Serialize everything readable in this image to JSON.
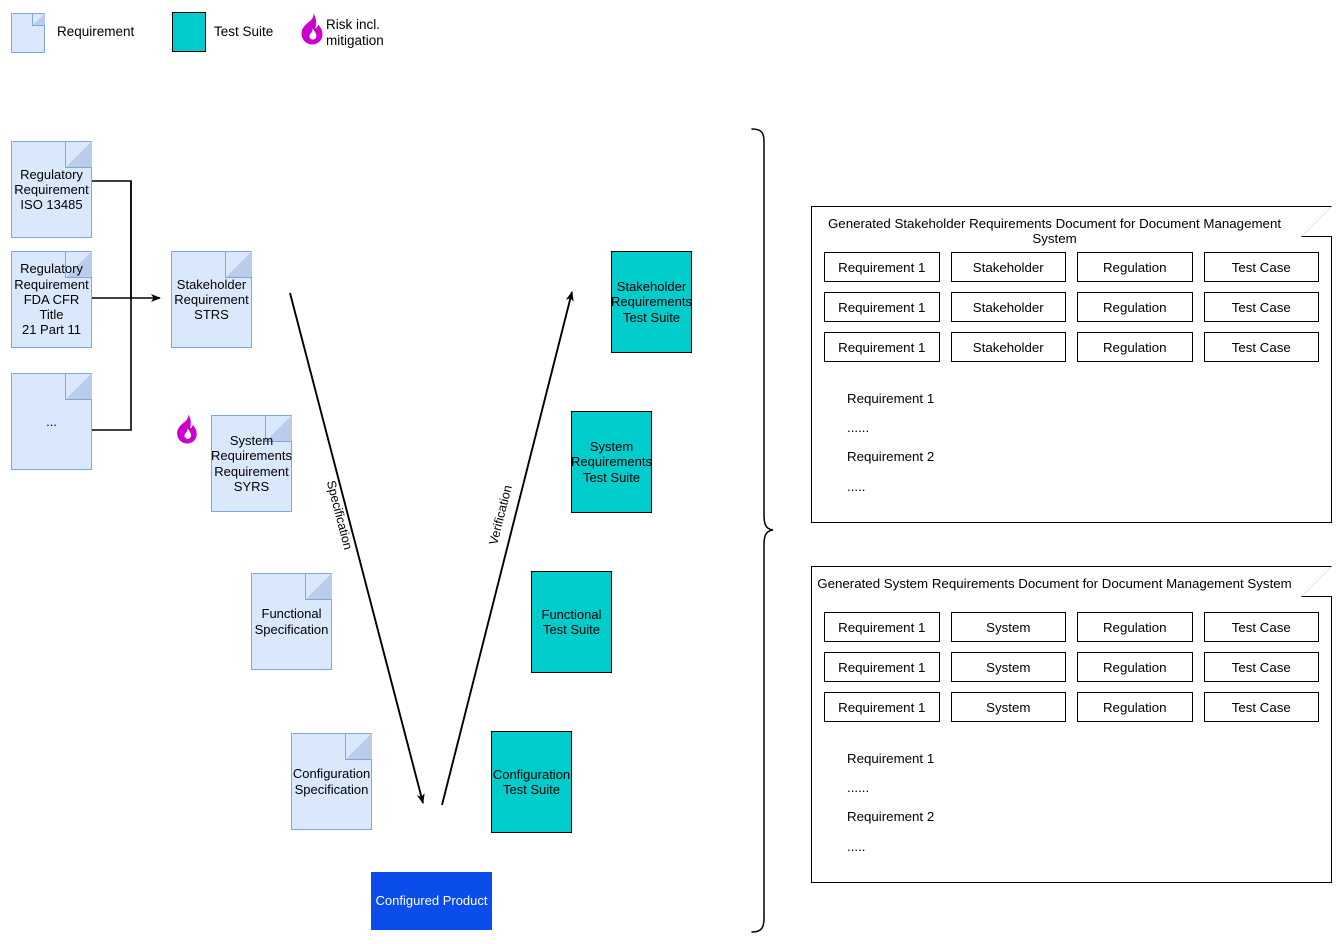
{
  "legend": {
    "items": [
      {
        "icon": "document-icon",
        "label": "Requirement",
        "color": "#dae8fc"
      },
      {
        "icon": "square-icon",
        "label": "Test Suite",
        "color": "#00cccc"
      },
      {
        "icon": "flame-icon",
        "label": "Risk incl.\nmitigation",
        "color": "#cc00cc"
      }
    ]
  },
  "vmodel": {
    "left_nodes": [
      {
        "id": "reg-iso",
        "label": "Regulatory\nRequirement\nISO 13485"
      },
      {
        "id": "reg-fda",
        "label": "Regulatory\nRequirement\nFDA CFR Title\n21 Part 11"
      },
      {
        "id": "reg-more",
        "label": "..."
      },
      {
        "id": "strs",
        "label": "Stakeholder\nRequirement\nSTRS"
      },
      {
        "id": "syrs",
        "label": "System\nRequirements\nRequirement\nSYRS"
      },
      {
        "id": "func-spec",
        "label": "Functional\nSpecification"
      },
      {
        "id": "conf-spec",
        "label": "Configuration\nSpecification"
      }
    ],
    "right_nodes": [
      {
        "id": "strs-suite",
        "label": "Stakeholder\nRequirements\nTest Suite"
      },
      {
        "id": "syrs-suite",
        "label": "System\nRequirements\nTest Suite"
      },
      {
        "id": "func-suite",
        "label": "Functional\nTest Suite"
      },
      {
        "id": "conf-suite",
        "label": "Configuration\nTest Suite"
      }
    ],
    "product": {
      "id": "configured-product",
      "label": "Configured Product",
      "color": "#0a4dea"
    },
    "edge_labels": {
      "specification": "Specification",
      "verification": "Verification"
    }
  },
  "documents": [
    {
      "id": "stakeholder-requirements-document",
      "title": "Generated Stakeholder Requirements Document for Document Management System",
      "rows": [
        [
          "Requirement 1",
          "Stakeholder",
          "Regulation",
          "Test Case"
        ],
        [
          "Requirement 1",
          "Stakeholder",
          "Regulation",
          "Test Case"
        ],
        [
          "Requirement 1",
          "Stakeholder",
          "Regulation",
          "Test Case"
        ]
      ],
      "body": [
        "Requirement 1",
        "......",
        "Requirement 2",
        "....."
      ]
    },
    {
      "id": "system-requirements-document",
      "title": "Generated System Requirements Document for Document Management System",
      "rows": [
        [
          "Requirement 1",
          "System",
          "Regulation",
          "Test Case"
        ],
        [
          "Requirement 1",
          "System",
          "Regulation",
          "Test Case"
        ],
        [
          "Requirement 1",
          "System",
          "Regulation",
          "Test Case"
        ]
      ],
      "body": [
        "Requirement 1",
        "......",
        "Requirement 2",
        "....."
      ]
    }
  ],
  "colors": {
    "requirement_fill": "#dae8fc",
    "requirement_stroke": "#7ea6e0",
    "test_suite_fill": "#00cccc",
    "product_fill": "#0a4dea",
    "risk_icon": "#cc00cc",
    "line": "#000000"
  }
}
